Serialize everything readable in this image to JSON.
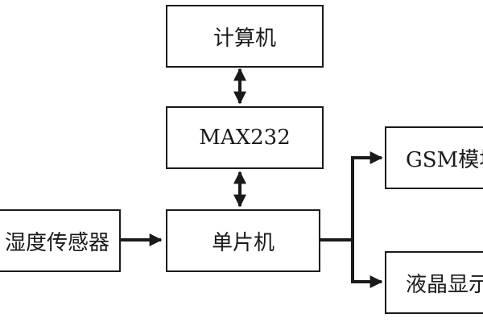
{
  "blocks": {
    "computer": "计算机",
    "max232": "MAX232",
    "mcu": "单片机",
    "sensor": "湿度传感器",
    "gsm": "GSM模块",
    "lcd": "液晶显示"
  },
  "colors": {
    "line": "#1a1a1a",
    "background": "#ffffff"
  }
}
